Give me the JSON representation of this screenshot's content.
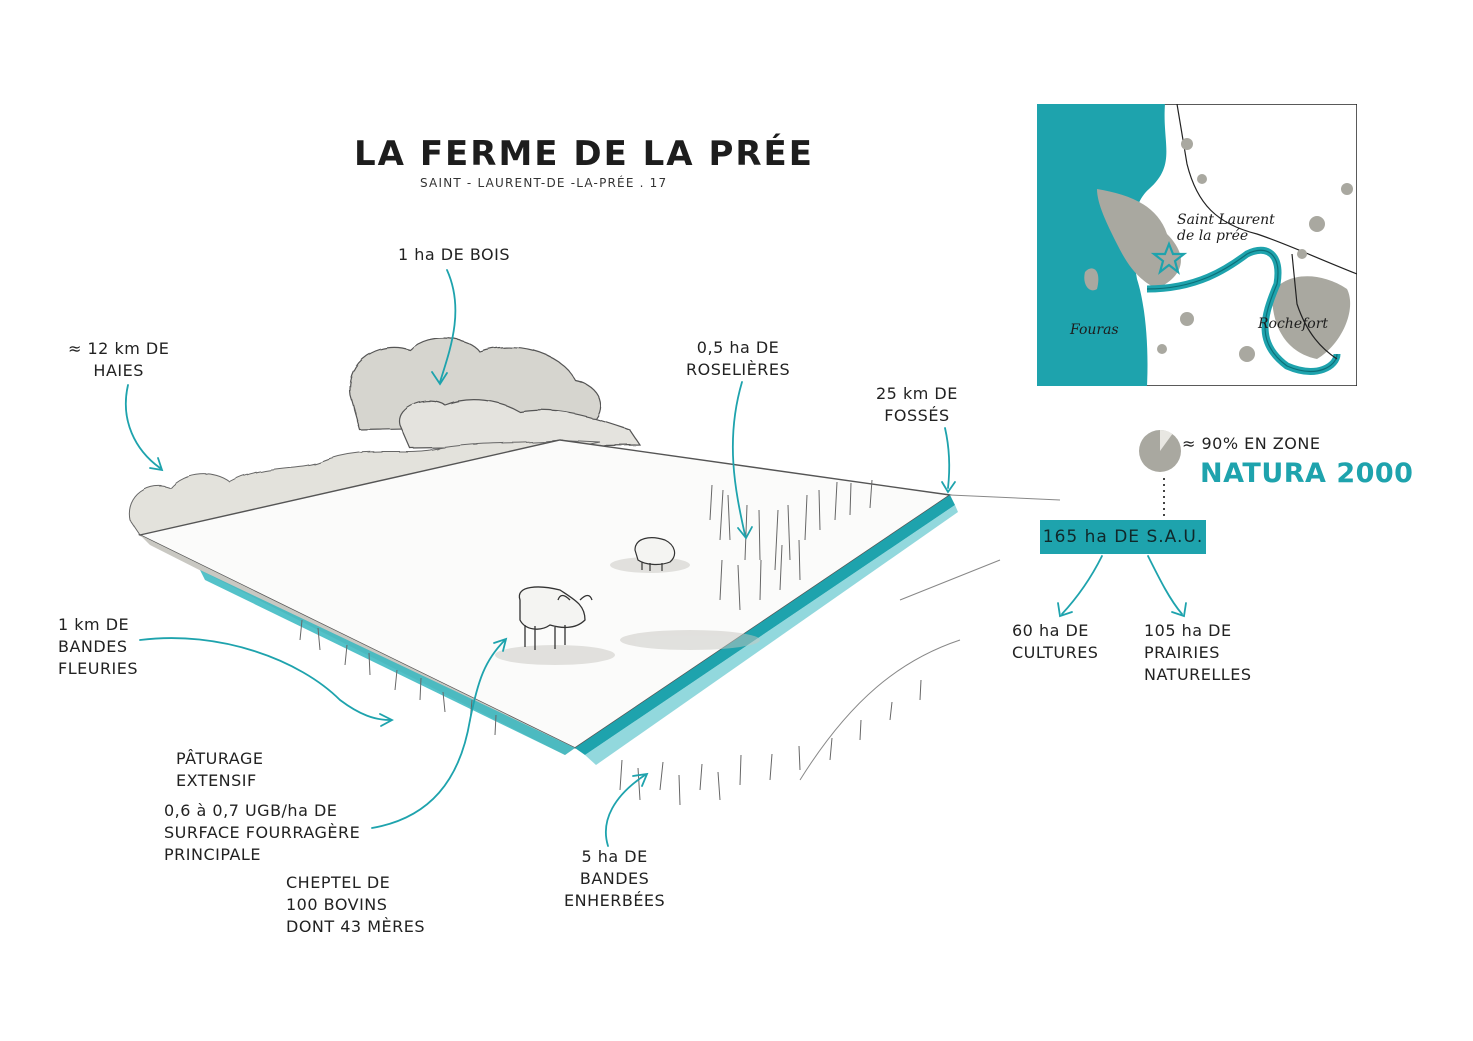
{
  "title": "LA FERME DE LA PRÉE",
  "subtitle": "SAINT - LAURENT-DE -LA-PRÉE . 17",
  "colors": {
    "accent": "#1ea3ad",
    "sketch_gray": "#a9a8a0",
    "ink": "#222222"
  },
  "labels": {
    "bois": [
      "1 ha DE BOIS"
    ],
    "haies": [
      "≈ 12 km DE",
      "HAIES"
    ],
    "roselieres": [
      "0,5 ha DE",
      "ROSELIÈRES"
    ],
    "fosses": [
      "25 km DE",
      "FOSSÉS"
    ],
    "bandes_fleuries": [
      "1 km DE",
      "BANDES",
      "FLEURIES"
    ],
    "paturage": [
      "PÂTURAGE",
      "EXTENSIF"
    ],
    "ugb": [
      "0,6 à 0,7 UGB/ha DE",
      "SURFACE FOURRAGÈRE",
      "PRINCIPALE"
    ],
    "cheptel": [
      "CHEPTEL DE",
      "100 BOVINS",
      "DONT 43 MÈRES"
    ],
    "bandes_enherbees": [
      "5 ha DE",
      "BANDES",
      "ENHERBÉES"
    ],
    "cultures": [
      "60 ha DE",
      "CULTURES"
    ],
    "prairies": [
      "105 ha DE",
      "PRAIRIES",
      "NATURELLES"
    ]
  },
  "natura": {
    "pct_label": "≈ 90% EN ZONE",
    "title": "NATURA 2000",
    "share": 0.9
  },
  "sau": {
    "label": "165 ha DE S.A.U."
  },
  "map": {
    "place_main": [
      "Saint Laurent",
      "de la prée"
    ],
    "fouras": "Fouras",
    "rochefort": "Rochefort",
    "marker": "star-icon"
  }
}
